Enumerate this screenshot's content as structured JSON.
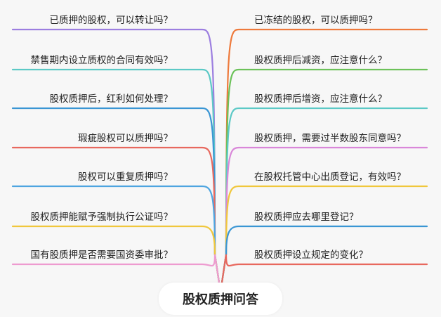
{
  "root": {
    "label": "股权质押问答"
  },
  "left_topics": [
    {
      "label": "已质押的股权，可以转让吗？",
      "color": "#9c7ee0"
    },
    {
      "label": "禁售期内设立质权的合同有效吗？",
      "color": "#5cc9c6"
    },
    {
      "label": "股权质押后，红利如何处理？",
      "color": "#3a96d4"
    },
    {
      "label": "瑕疵股权可以质押吗？",
      "color": "#e8685e"
    },
    {
      "label": "股权可以重复质押吗？",
      "color": "#4ea5e0"
    },
    {
      "label": "股权质押能赋予强制执行公证吗？",
      "color": "#f0c73c"
    },
    {
      "label": "国有股质押是否需要国资委审批？",
      "color": "#ee9bd0"
    }
  ],
  "right_topics": [
    {
      "label": "已冻结的股权，可以质押吗？",
      "color": "#ee7a3c"
    },
    {
      "label": "股权质押后减资，应注意什么？",
      "color": "#6cc25a"
    },
    {
      "label": "股权质押后增资，应注意什么？",
      "color": "#5cc9c6"
    },
    {
      "label": "股权质押，需要过半数股东同意吗？",
      "color": "#d987d9"
    },
    {
      "label": "在股权托管中心出质登记，有效吗？",
      "color": "#f0c73c"
    },
    {
      "label": "股权质押应去哪里登记？",
      "color": "#3a96d4"
    },
    {
      "label": "股权质押设立规定的变化？",
      "color": "#e8685e"
    }
  ]
}
